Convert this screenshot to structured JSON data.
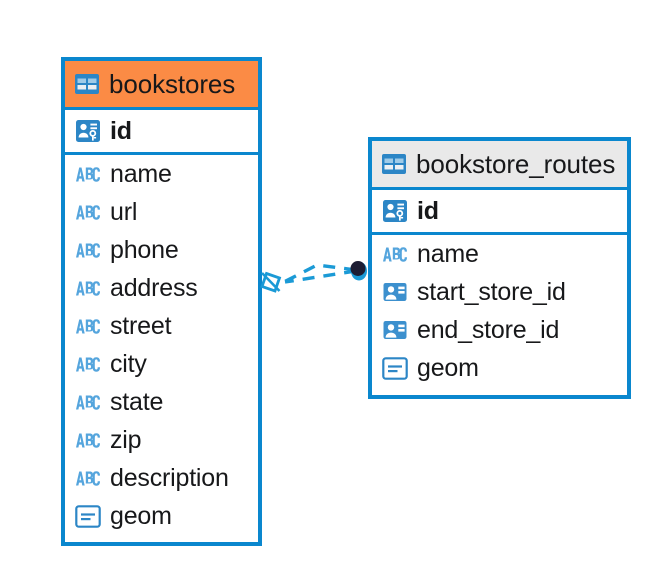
{
  "canvas": {
    "background": "#ffffff",
    "accent_color": "#0a87ce",
    "highlight_header_color": "#fb8b45",
    "neutral_header_color": "#e9e9e9",
    "text_color": "#17181a"
  },
  "entities": [
    {
      "name": "bookstores",
      "header_style": "accent",
      "table_icon": "table-icon",
      "fields": [
        {
          "name": "id",
          "icon": "primary-key-icon",
          "kind": "pk"
        },
        {
          "name": "name",
          "icon": "text-type-icon",
          "kind": "text"
        },
        {
          "name": "url",
          "icon": "text-type-icon",
          "kind": "text"
        },
        {
          "name": "phone",
          "icon": "text-type-icon",
          "kind": "text"
        },
        {
          "name": "address",
          "icon": "text-type-icon",
          "kind": "text"
        },
        {
          "name": "street",
          "icon": "text-type-icon",
          "kind": "text"
        },
        {
          "name": "city",
          "icon": "text-type-icon",
          "kind": "text"
        },
        {
          "name": "state",
          "icon": "text-type-icon",
          "kind": "text"
        },
        {
          "name": "zip",
          "icon": "text-type-icon",
          "kind": "text"
        },
        {
          "name": "description",
          "icon": "text-type-icon",
          "kind": "text"
        },
        {
          "name": "geom",
          "icon": "geometry-type-icon",
          "kind": "geom"
        }
      ]
    },
    {
      "name": "bookstore_routes",
      "header_style": "neutral",
      "table_icon": "table-icon",
      "fields": [
        {
          "name": "id",
          "icon": "primary-key-icon",
          "kind": "pk"
        },
        {
          "name": "name",
          "icon": "text-type-icon",
          "kind": "text"
        },
        {
          "name": "start_store_id",
          "icon": "foreign-key-icon",
          "kind": "fk"
        },
        {
          "name": "end_store_id",
          "icon": "foreign-key-icon",
          "kind": "fk"
        },
        {
          "name": "geom",
          "icon": "geometry-type-icon",
          "kind": "geom"
        }
      ]
    }
  ],
  "relationship": {
    "from_entity": "bookstores",
    "to_entity": "bookstore_routes",
    "line_style": "dashed",
    "line_color": "#1b9ad6",
    "source_marker": "diamond-many-icon",
    "target_marker": "filled-circle-one-icon",
    "target_marker_color": "#1d1d33"
  }
}
